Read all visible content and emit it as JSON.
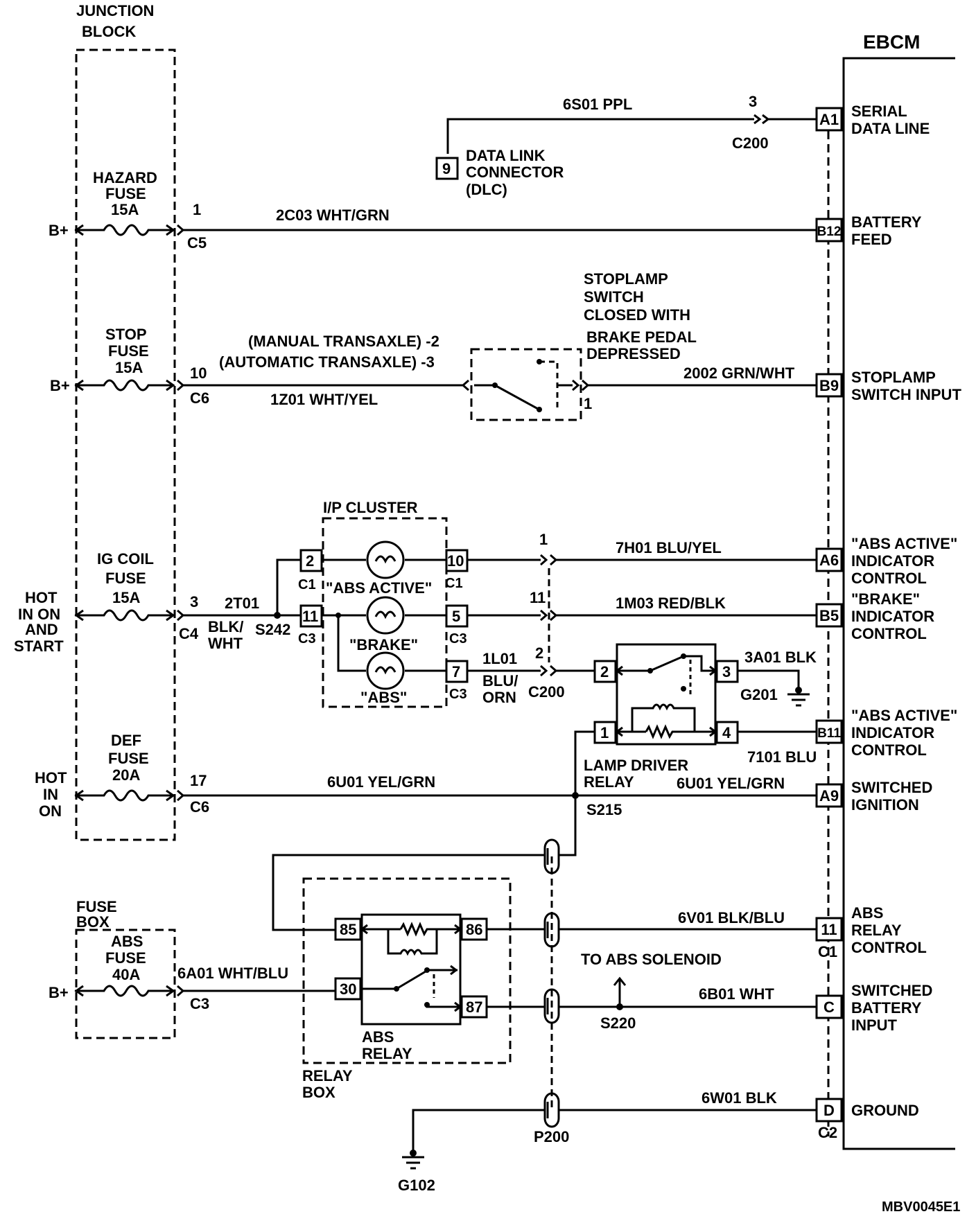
{
  "junction_block": {
    "title_1": "JUNCTION",
    "title_2": "BLOCK"
  },
  "ebcm": {
    "title": "EBCM"
  },
  "fuses": {
    "hazard": {
      "l1": "HAZARD",
      "l2": "FUSE",
      "l3": "15A",
      "supply": "B+",
      "pin": "1",
      "conn": "C5",
      "wire": "2C03 WHT/GRN"
    },
    "stop": {
      "l1": "STOP",
      "l2": "FUSE",
      "l3": "15A",
      "supply": "B+",
      "pin": "10",
      "conn": "C6",
      "wire": "1Z01 WHT/YEL"
    },
    "ig": {
      "l1": "IG COIL",
      "l2": "FUSE",
      "l3": "15A",
      "s1": "HOT",
      "s2": "IN ON",
      "s3": "AND",
      "s4": "START",
      "pin": "3",
      "conn": "C4",
      "wire_1": "2T01",
      "wire_2": "BLK/",
      "wire_3": "WHT",
      "splice": "S242"
    },
    "def": {
      "l1": "DEF",
      "l2": "FUSE",
      "l3": "20A",
      "s1": "HOT",
      "s2": "IN",
      "s3": "ON",
      "pin": "17",
      "conn": "C6",
      "wire": "6U01 YEL/GRN"
    },
    "abs": {
      "box_1": "FUSE",
      "box_2": "BOX",
      "l1": "ABS",
      "l2": "FUSE",
      "l3": "40A",
      "supply": "B+",
      "conn": "C3",
      "wire": "6A01 WHT/BLU"
    }
  },
  "dlc": {
    "pin": "9",
    "l1": "DATA LINK",
    "l2": "CONNECTOR",
    "l3": "(DLC)",
    "wire": "6S01 PPL",
    "cpin": "3",
    "conn": "C200"
  },
  "stoplamp": {
    "l1": "STOPLAMP",
    "l2": "SWITCH",
    "l3": "CLOSED WITH",
    "l4": "BRAKE PEDAL",
    "l5": "DEPRESSED",
    "manual": "(MANUAL TRANSAXLE) -2",
    "auto": "(AUTOMATIC TRANSAXLE) -3",
    "pin_out": "1",
    "wire_out": "2002 GRN/WHT"
  },
  "cluster": {
    "title": "I/P CLUSTER",
    "pin2": "2",
    "pin11": "11",
    "pin10": "10",
    "pin5": "5",
    "pin7": "7",
    "c1a": "C1",
    "c1b": "C1",
    "c3a": "C3",
    "c3b": "C3",
    "c3c": "C3",
    "bulb1": "\"ABS ACTIVE\"",
    "bulb2": "\"BRAKE\"",
    "bulb3": "\"ABS\""
  },
  "c200": {
    "p1": "1",
    "p11": "11",
    "p2": "2",
    "label": "C200",
    "wire_abs_active": "7H01 BLU/YEL",
    "wire_brake": "1M03 RED/BLK",
    "wire_abs_1": "1L01",
    "wire_abs_2": "BLU/",
    "wire_abs_3": "ORN"
  },
  "lamp_relay": {
    "p1": "1",
    "p2": "2",
    "p3": "3",
    "p4": "4",
    "l1": "LAMP DRIVER",
    "l2": "RELAY",
    "wire_gnd": "3A01 BLK",
    "gnd": "G201",
    "wire_out": "7101 BLU",
    "wire_ign": "6U01 YEL/GRN",
    "splice": "S215"
  },
  "abs_relay": {
    "p85": "85",
    "p86": "86",
    "p30": "30",
    "p87": "87",
    "l1": "ABS",
    "l2": "RELAY",
    "box_1": "RELAY",
    "box_2": "BOX"
  },
  "lower": {
    "wire_ctrl": "6V01 BLK/BLU",
    "solenoid": "TO ABS SOLENOID",
    "wire_batt": "6B01 WHT",
    "splice": "S220",
    "wire_gnd": "6W01 BLK",
    "p200": "P200",
    "g102": "G102"
  },
  "ebcm_pins": [
    {
      "pin": "A1",
      "l1": "SERIAL",
      "l2": "DATA LINE"
    },
    {
      "pin": "B12",
      "l1": "BATTERY",
      "l2": "FEED"
    },
    {
      "pin": "B9",
      "l1": "STOPLAMP",
      "l2": "SWITCH INPUT"
    },
    {
      "pin": "A6",
      "l1": "\"ABS ACTIVE\"",
      "l2": "INDICATOR",
      "l3": "CONTROL"
    },
    {
      "pin": "B5",
      "l1": "\"BRAKE\"",
      "l2": "INDICATOR",
      "l3": "CONTROL"
    },
    {
      "pin": "B11",
      "l1": "\"ABS ACTIVE\"",
      "l2": "INDICATOR",
      "l3": "CONTROL"
    },
    {
      "pin": "A9",
      "l1": "SWITCHED",
      "l2": "IGNITION"
    },
    {
      "pin": "11",
      "conn": "C1",
      "l1": "ABS",
      "l2": "RELAY",
      "l3": "CONTROL"
    },
    {
      "pin": "C",
      "l1": "SWITCHED",
      "l2": "BATTERY",
      "l3": "INPUT"
    },
    {
      "pin": "D",
      "conn": "C2",
      "l1": "GROUND"
    }
  ],
  "footer": {
    "code": "MBV0045E1"
  }
}
